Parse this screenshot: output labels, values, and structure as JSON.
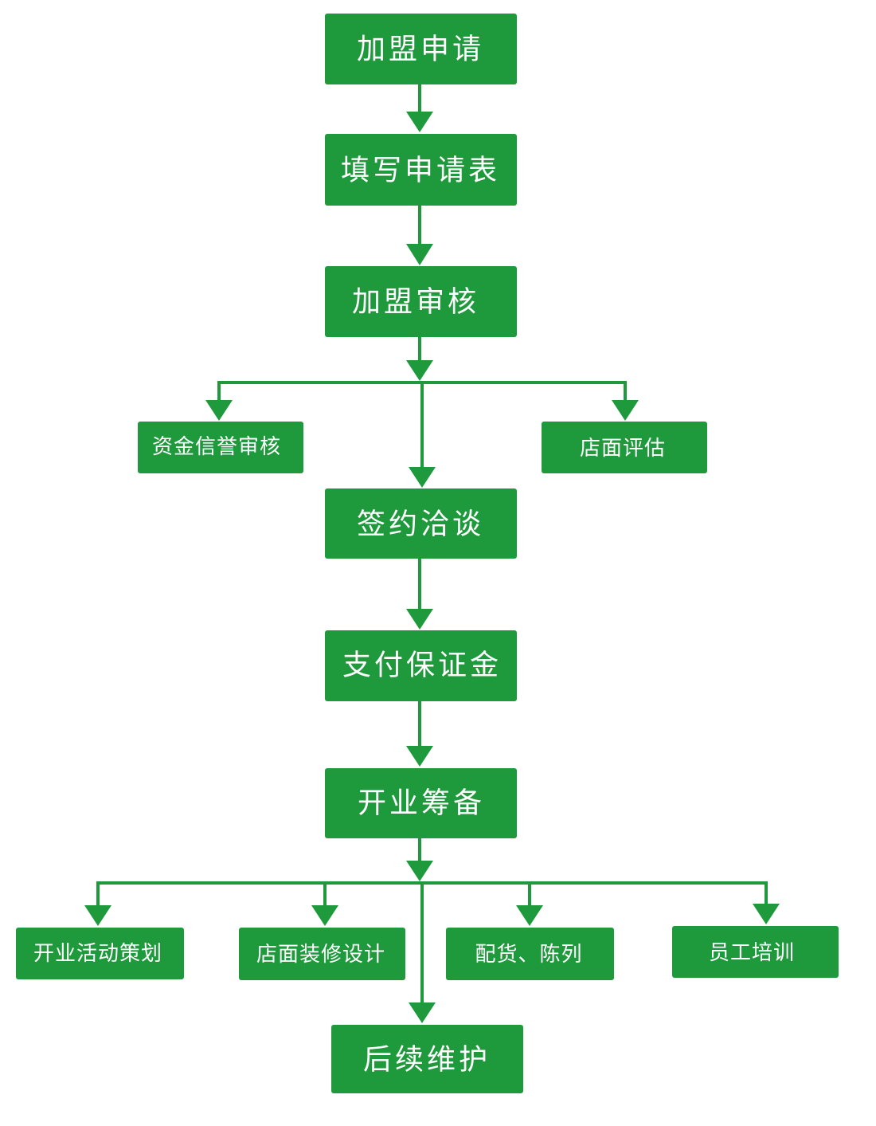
{
  "diagram": {
    "accent_color": "#1e9a3c",
    "text_color": "#ffffff",
    "nodes": {
      "apply": "加盟申请",
      "fill_form": "填写申请表",
      "review": "加盟审核",
      "credit_review": "资金信誉审核",
      "store_eval": "店面评估",
      "contract": "签约洽谈",
      "deposit": "支付保证金",
      "prep": "开业筹备",
      "opening_plan": "开业活动策划",
      "decoration": "店面装修设计",
      "stocking": "配货、陈列",
      "training": "员工培训",
      "maintenance": "后续维护"
    }
  }
}
